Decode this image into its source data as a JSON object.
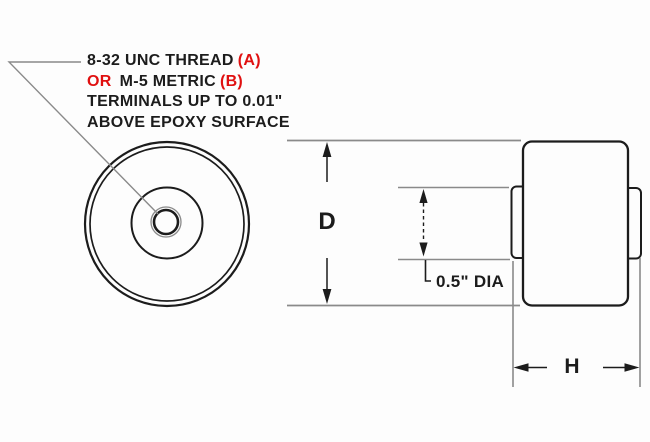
{
  "drawing": {
    "title_note": {
      "line1_black": "8-32 UNC THREAD",
      "line1_red": "(A)",
      "line2_red_or": "OR",
      "line2_black": "M-5 METRIC",
      "line2_red_b": "(B)",
      "line3": "TERMINALS UP TO 0.01\"",
      "line4": "ABOVE EPOXY SURFACE"
    },
    "dimensions": {
      "diameter_label": "D",
      "hole_label": "0.5\" DIA",
      "height_label": "H"
    },
    "colors": {
      "line_black": "#1c1c1c",
      "line_gray": "#8a8a8a",
      "accent_red": "#e01010",
      "background": "#fdfdfd"
    }
  }
}
